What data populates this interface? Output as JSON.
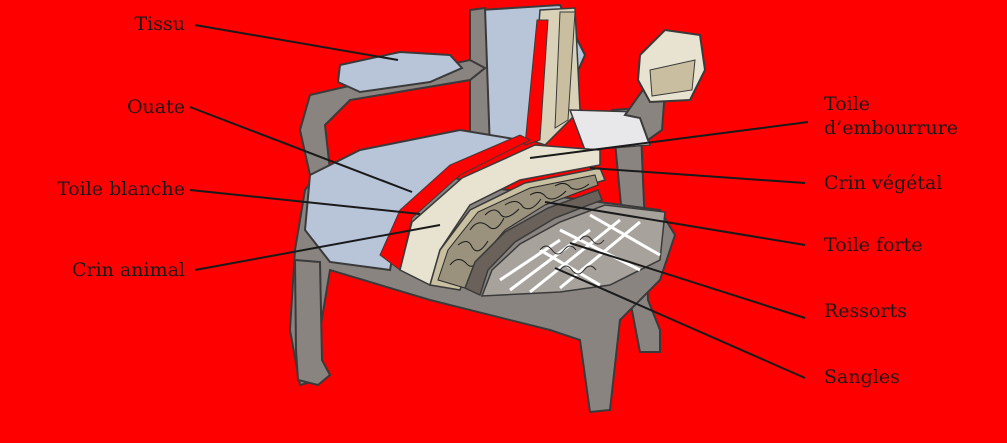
{
  "diagram": {
    "background": "#ff0000",
    "subject": "armchair-cutaway",
    "labels_left": [
      {
        "id": "tissu",
        "text": "Tissu"
      },
      {
        "id": "ouate",
        "text": "Ouate"
      },
      {
        "id": "toile-blanche",
        "text": "Toile blanche"
      },
      {
        "id": "crin-animal",
        "text": "Crin animal"
      }
    ],
    "labels_right": [
      {
        "id": "toile-embourrure-1",
        "text": "Toile"
      },
      {
        "id": "toile-embourrure-2",
        "text": "d’embourrure"
      },
      {
        "id": "crin-vegetal",
        "text": "Crin végétal"
      },
      {
        "id": "toile-forte",
        "text": "Toile forte"
      },
      {
        "id": "ressorts",
        "text": "Ressorts"
      },
      {
        "id": "sangles",
        "text": "Sangles"
      }
    ],
    "colors": {
      "frame": "#8a8480",
      "frame_outline": "#3a3a3a",
      "fabric": "#b8c4d8",
      "wadding": "#e8e2d0",
      "horsehair": "#2a2a2a",
      "burlap": "#c8c0a0",
      "strap": "#6a625a",
      "springs": "#ffffff"
    }
  }
}
